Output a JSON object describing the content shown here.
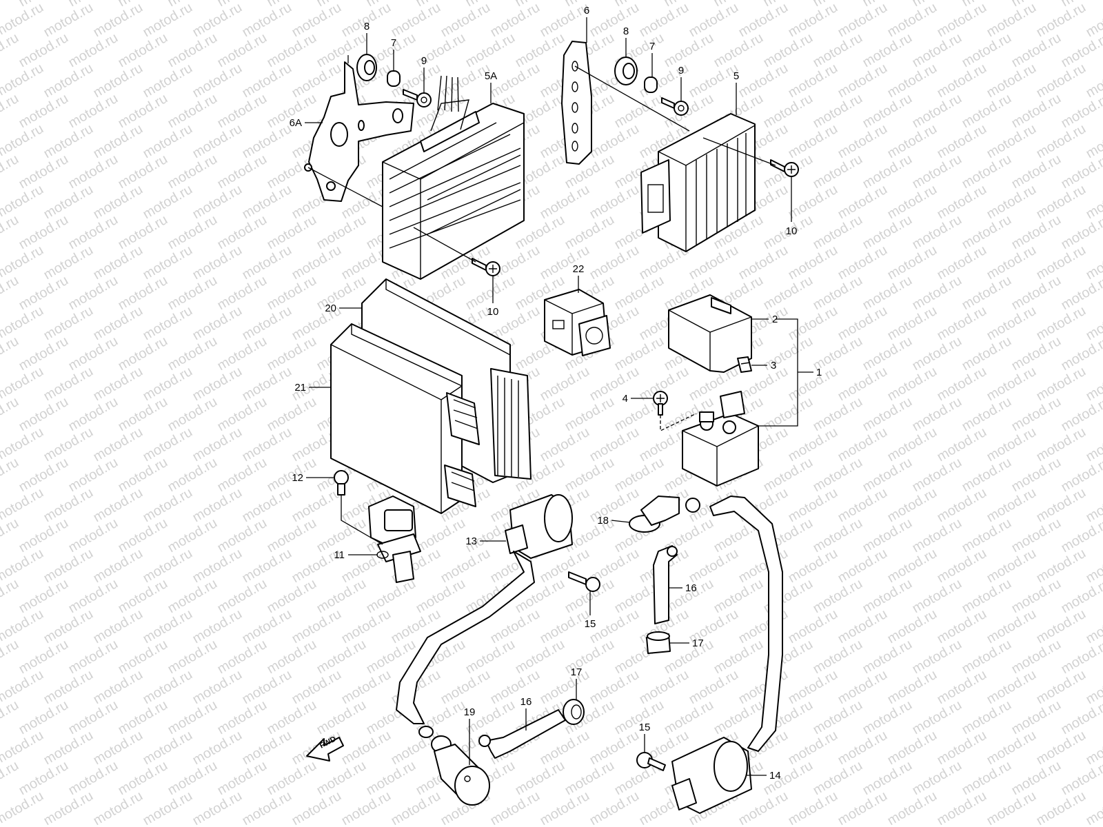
{
  "watermark": {
    "text": "motod.ru",
    "color": "#d2d2d2"
  },
  "direction_arrow": {
    "label": "FWD"
  },
  "parts": [
    {
      "id": "p1",
      "label": "1"
    },
    {
      "id": "p2",
      "label": "2"
    },
    {
      "id": "p3",
      "label": "3"
    },
    {
      "id": "p4",
      "label": "4"
    },
    {
      "id": "p5",
      "label": "5"
    },
    {
      "id": "p5a",
      "label": "5A"
    },
    {
      "id": "p6",
      "label": "6"
    },
    {
      "id": "p6a",
      "label": "6A"
    },
    {
      "id": "p7a",
      "label": "7"
    },
    {
      "id": "p7b",
      "label": "7"
    },
    {
      "id": "p8a",
      "label": "8"
    },
    {
      "id": "p8b",
      "label": "8"
    },
    {
      "id": "p9a",
      "label": "9"
    },
    {
      "id": "p9b",
      "label": "9"
    },
    {
      "id": "p10a",
      "label": "10"
    },
    {
      "id": "p10b",
      "label": "10"
    },
    {
      "id": "p11",
      "label": "11"
    },
    {
      "id": "p12",
      "label": "12"
    },
    {
      "id": "p13",
      "label": "13"
    },
    {
      "id": "p14",
      "label": "14"
    },
    {
      "id": "p15a",
      "label": "15"
    },
    {
      "id": "p15b",
      "label": "15"
    },
    {
      "id": "p16a",
      "label": "16"
    },
    {
      "id": "p16b",
      "label": "16"
    },
    {
      "id": "p17a",
      "label": "17"
    },
    {
      "id": "p17b",
      "label": "17"
    },
    {
      "id": "p18",
      "label": "18"
    },
    {
      "id": "p19",
      "label": "19"
    },
    {
      "id": "p20",
      "label": "20"
    },
    {
      "id": "p21",
      "label": "21"
    },
    {
      "id": "p22",
      "label": "22"
    }
  ]
}
